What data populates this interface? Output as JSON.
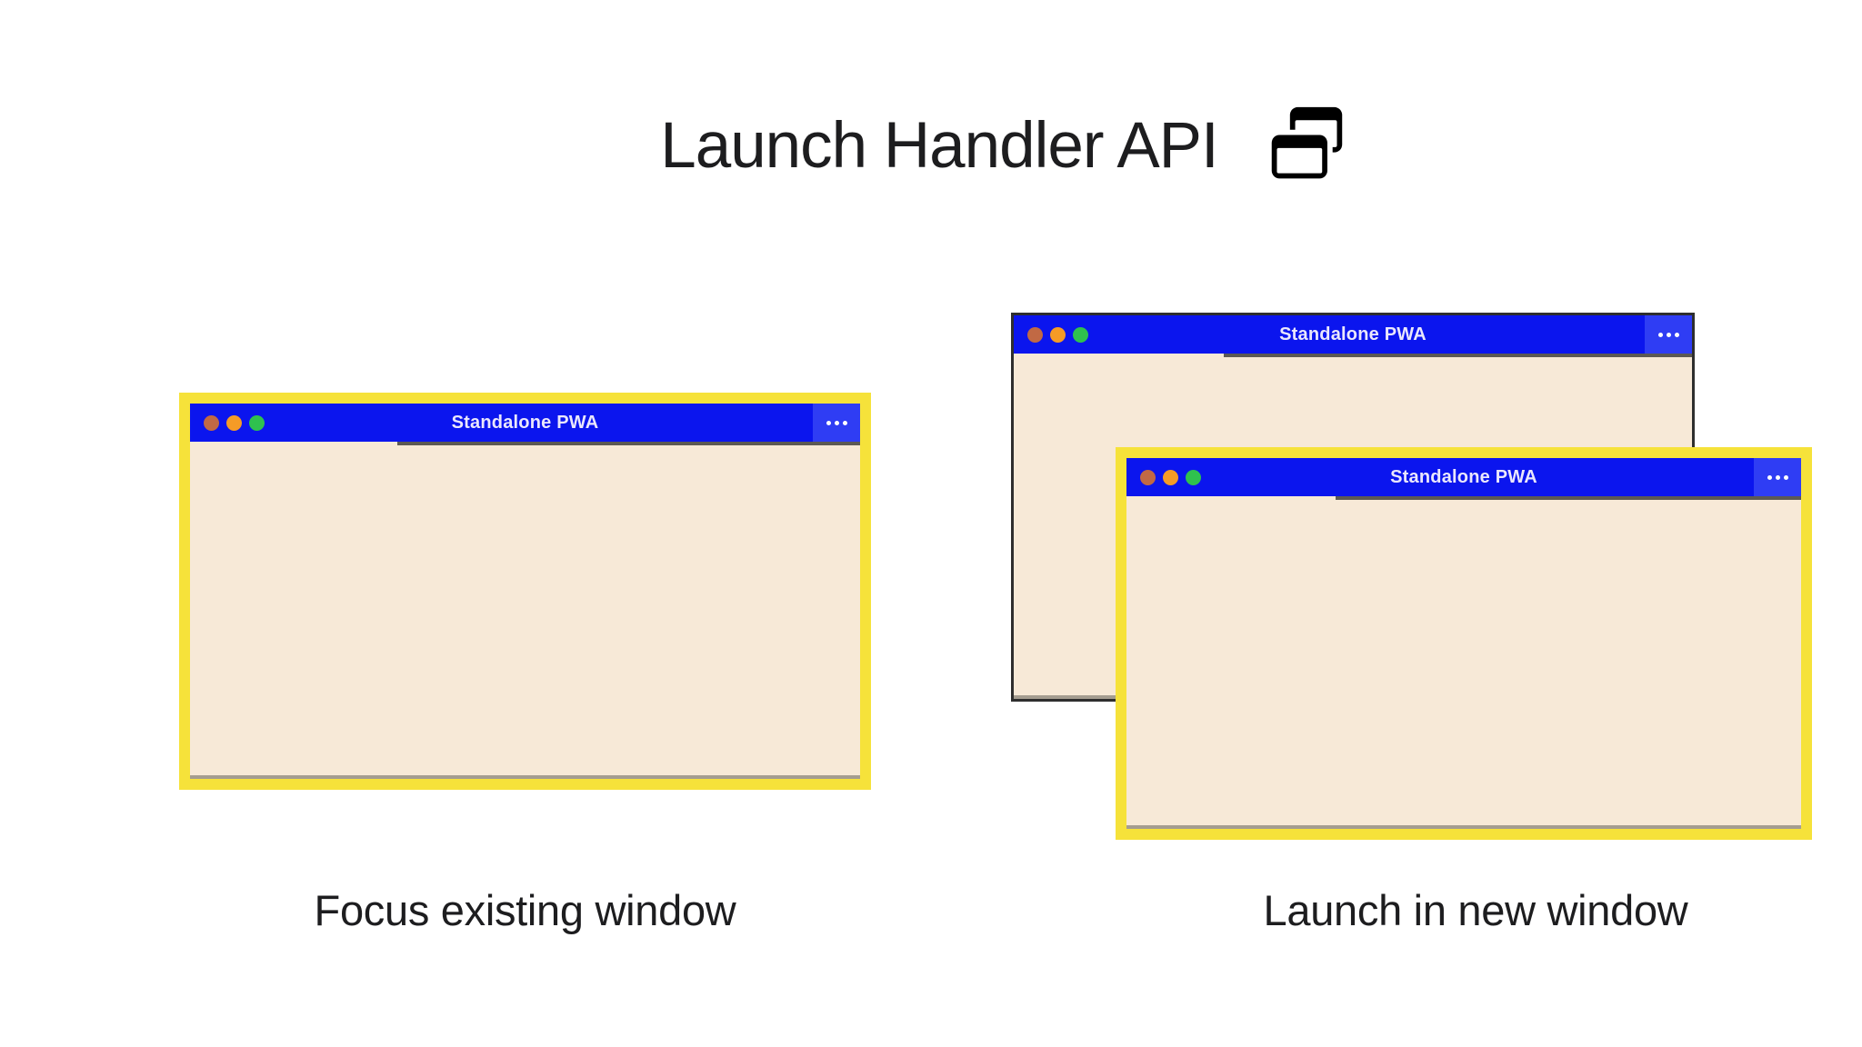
{
  "header": {
    "title": "Launch Handler API",
    "icon": "overlapping-windows-icon"
  },
  "window_chrome": {
    "title": "Standalone PWA",
    "controls": [
      "close",
      "minimize",
      "maximize"
    ],
    "menu_icon": "ellipsis-menu-icon"
  },
  "scenarios": [
    {
      "caption": "Focus existing window",
      "windows": [
        {
          "title": "Standalone PWA",
          "state": "focused"
        }
      ]
    },
    {
      "caption": "Launch in new window",
      "windows": [
        {
          "title": "Standalone PWA",
          "state": "background"
        },
        {
          "title": "Standalone PWA",
          "state": "focused"
        }
      ]
    }
  ],
  "colors": {
    "titlebar_blue": "#0b15ee",
    "menu_button_blue": "#2f3df4",
    "window_body_cream": "#f7e9d7",
    "focus_border_yellow": "#f6e23a",
    "background_border_dark": "#2e2e2e",
    "control_dot_terracotta": "#c16944",
    "control_dot_orange": "#f59b26",
    "control_dot_green": "#2fc14e",
    "heading_text": "#1d1d1f",
    "titlebar_text": "#eae7fc"
  }
}
